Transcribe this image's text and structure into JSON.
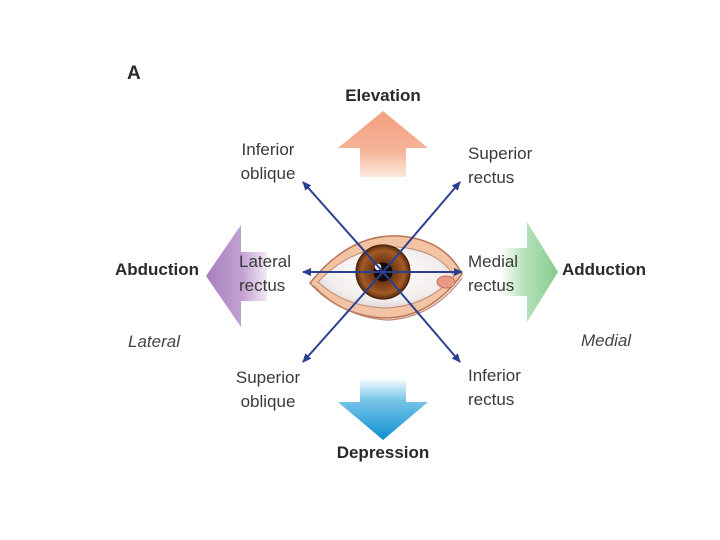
{
  "panel_label": "A",
  "directions": {
    "up": "Elevation",
    "down": "Depression",
    "left": "Abduction",
    "right": "Adduction"
  },
  "sides": {
    "left": "Lateral",
    "right": "Medial"
  },
  "muscles": {
    "inferior_oblique": [
      "Inferior",
      "oblique"
    ],
    "superior_rectus": [
      "Superior",
      "rectus"
    ],
    "lateral_rectus": [
      "Lateral",
      "rectus"
    ],
    "medial_rectus": [
      "Medial",
      "rectus"
    ],
    "superior_oblique": [
      "Superior",
      "oblique"
    ],
    "inferior_rectus": [
      "Inferior",
      "rectus"
    ]
  },
  "colors": {
    "elevation_arrow": "#f4a98a",
    "depression_arrow": "#1598d4",
    "abduction_arrow": "#b892c9",
    "adduction_arrow": "#8fcf96",
    "action_arrows": "#2a3f8f",
    "iris": "#8b4a1e"
  }
}
